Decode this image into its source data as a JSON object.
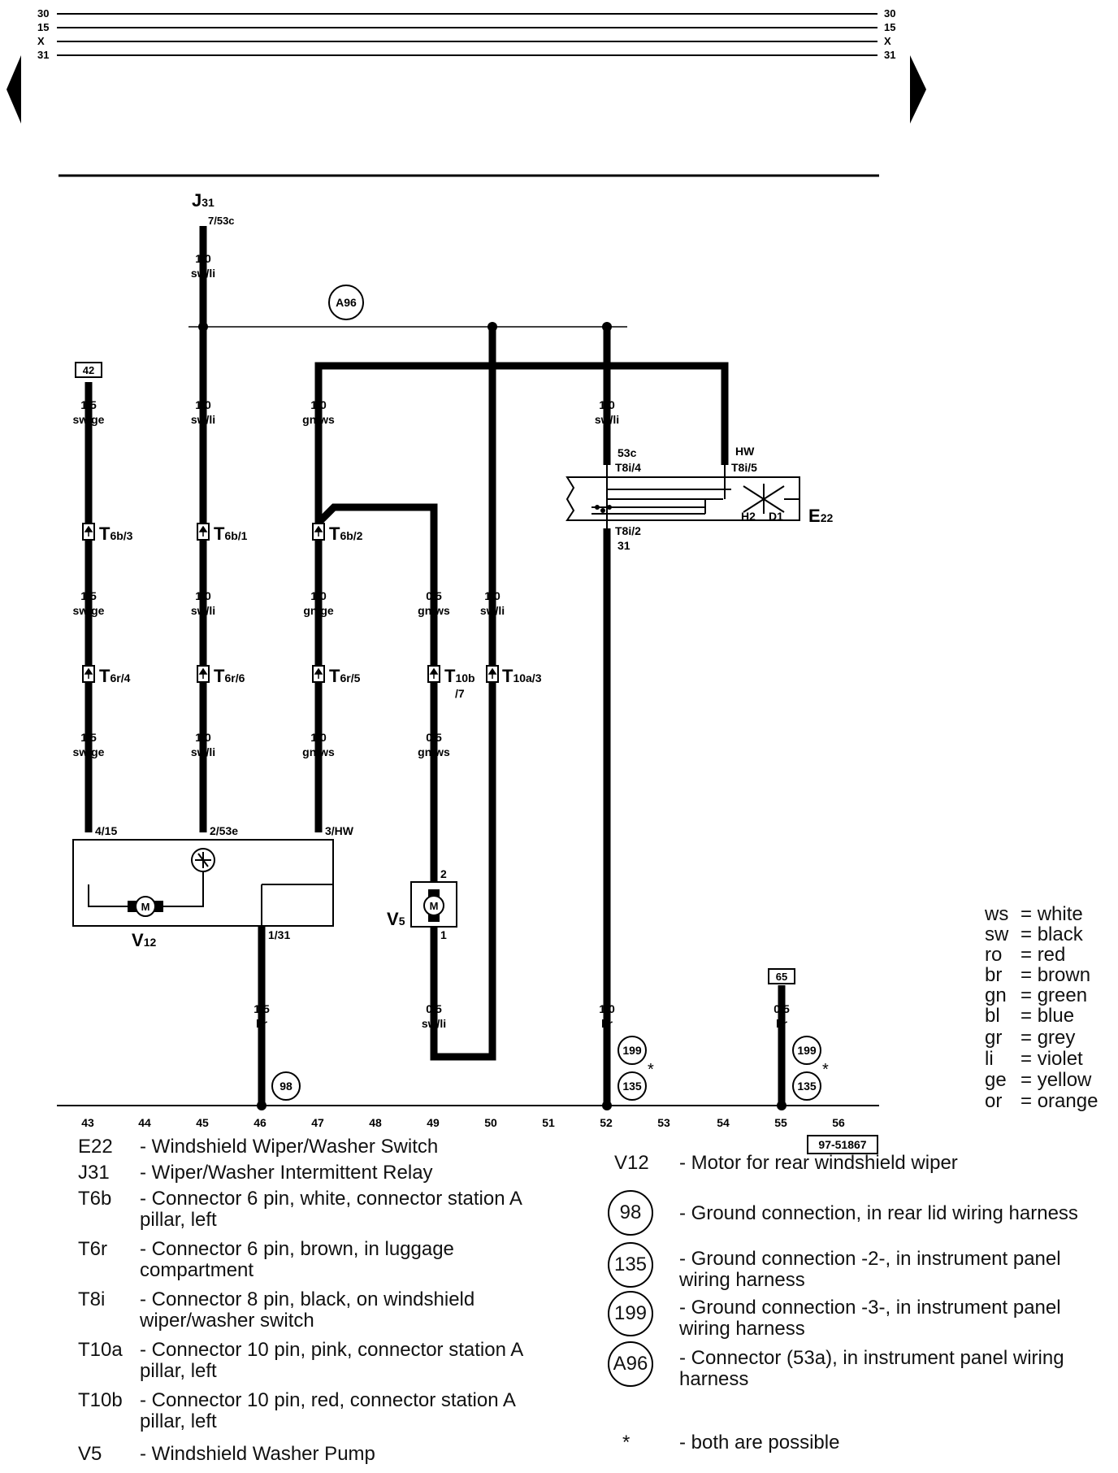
{
  "bus_lines": [
    "30",
    "15",
    "X",
    "31"
  ],
  "components": {
    "j31": {
      "name": "J",
      "sub": "31",
      "pin": "7/53c"
    },
    "e22": {
      "name": "E",
      "sub": "22",
      "pin_a": "53c",
      "pin_a2": "T8i/4",
      "pin_b": "HW",
      "pin_b2": "T8i/5",
      "pin_c": "T8i/2",
      "pin_c2": "31",
      "h2": "H2",
      "d1": "D1"
    },
    "v12": {
      "name": "V",
      "sub": "12",
      "motor": "M"
    },
    "v5": {
      "name": "V",
      "sub": "5",
      "motor": "M",
      "pin_top": "2",
      "pin_bottom": "1"
    },
    "a96": "A96"
  },
  "boxes": {
    "b42": "42",
    "b65": "65"
  },
  "wires": {
    "w43a": [
      "1,5",
      "sw/ge"
    ],
    "w43b": [
      "1,5",
      "sw/ge"
    ],
    "w43c": [
      "1,5",
      "sw/ge"
    ],
    "w45top": [
      "1,0",
      "sw/li"
    ],
    "w45a": [
      "1,0",
      "sw/li"
    ],
    "w45b": [
      "1,0",
      "sw/li"
    ],
    "w45c": [
      "1,0",
      "sw/li"
    ],
    "w47a": [
      "1,0",
      "gn/ws"
    ],
    "w47b": [
      "1,0",
      "gn/ge"
    ],
    "w47c": [
      "1,0",
      "gn/ws"
    ],
    "w49a": [
      "0,5",
      "gn/ws"
    ],
    "w49b": [
      "0,5",
      "gn/ws"
    ],
    "w49c": [
      "0,5",
      "sw/li"
    ],
    "w50": [
      "1,0",
      "sw/li"
    ],
    "w52a": [
      "1,0",
      "sw/li"
    ],
    "w52b": [
      "1,0",
      "br"
    ],
    "w46": [
      "1,5",
      "br"
    ],
    "w55": [
      "0,5",
      "br"
    ]
  },
  "connectors": {
    "c43a": [
      "T",
      "6b/3"
    ],
    "c45a": [
      "T",
      "6b/1"
    ],
    "c47a": [
      "T",
      "6b/2"
    ],
    "c43b": [
      "T",
      "6r/4"
    ],
    "c45b": [
      "T",
      "6r/6"
    ],
    "c47b": [
      "T",
      "6r/5"
    ],
    "c49": [
      "T",
      "10b",
      "/7"
    ],
    "c50": [
      "T",
      "10a/3"
    ]
  },
  "pins": {
    "p43": "4/15",
    "p45": "2/53e",
    "p47": "3/HW",
    "p46": "1/31"
  },
  "grounds": {
    "g98": "98",
    "g199a": "199",
    "g135a": "135",
    "g199b": "199",
    "g135b": "135",
    "star": "*"
  },
  "tracks": [
    "43",
    "44",
    "45",
    "46",
    "47",
    "48",
    "49",
    "50",
    "51",
    "52",
    "53",
    "54",
    "55",
    "56"
  ],
  "ref_code": "97-51867",
  "color_legend": [
    [
      "ws",
      "white"
    ],
    [
      "sw",
      "black"
    ],
    [
      "ro",
      "red"
    ],
    [
      "br",
      "brown"
    ],
    [
      "gn",
      "green"
    ],
    [
      "bl",
      "blue"
    ],
    [
      "gr",
      "grey"
    ],
    [
      "li",
      "violet"
    ],
    [
      "ge",
      "yellow"
    ],
    [
      "or",
      "orange"
    ]
  ],
  "legend_left": [
    {
      "code": "E22",
      "desc": "- Windshield Wiper/Washer Switch"
    },
    {
      "code": "J31",
      "desc": "- Wiper/Washer Intermittent Relay"
    },
    {
      "code": "T6b",
      "desc": "- Connector 6 pin, white, connector station A pillar, left"
    },
    {
      "code": "T6r",
      "desc": "- Connector 6 pin, brown, in luggage compartment"
    },
    {
      "code": "T8i",
      "desc": "- Connector 8 pin, black, on windshield wiper/washer switch"
    },
    {
      "code": "T10a",
      "desc": "- Connector 10 pin, pink, connector station A pillar, left"
    },
    {
      "code": "T10b",
      "desc": "- Connector 10 pin, red, connector station A pillar, left"
    },
    {
      "code": "V5",
      "desc": "- Windshield Washer Pump"
    }
  ],
  "legend_right": [
    {
      "code": "V12",
      "desc": "- Motor for rear windshield wiper"
    },
    {
      "code": "98",
      "desc": "- Ground connection, in rear lid wiring harness"
    },
    {
      "code": "135",
      "desc": "- Ground connection -2-, in instrument panel wiring harness"
    },
    {
      "code": "199",
      "desc": "- Ground connection -3-, in instrument panel wiring harness"
    },
    {
      "code": "A96",
      "desc": "- Connector (53a), in instrument panel wiring harness"
    },
    {
      "code": "*",
      "desc": "- both are possible"
    }
  ]
}
